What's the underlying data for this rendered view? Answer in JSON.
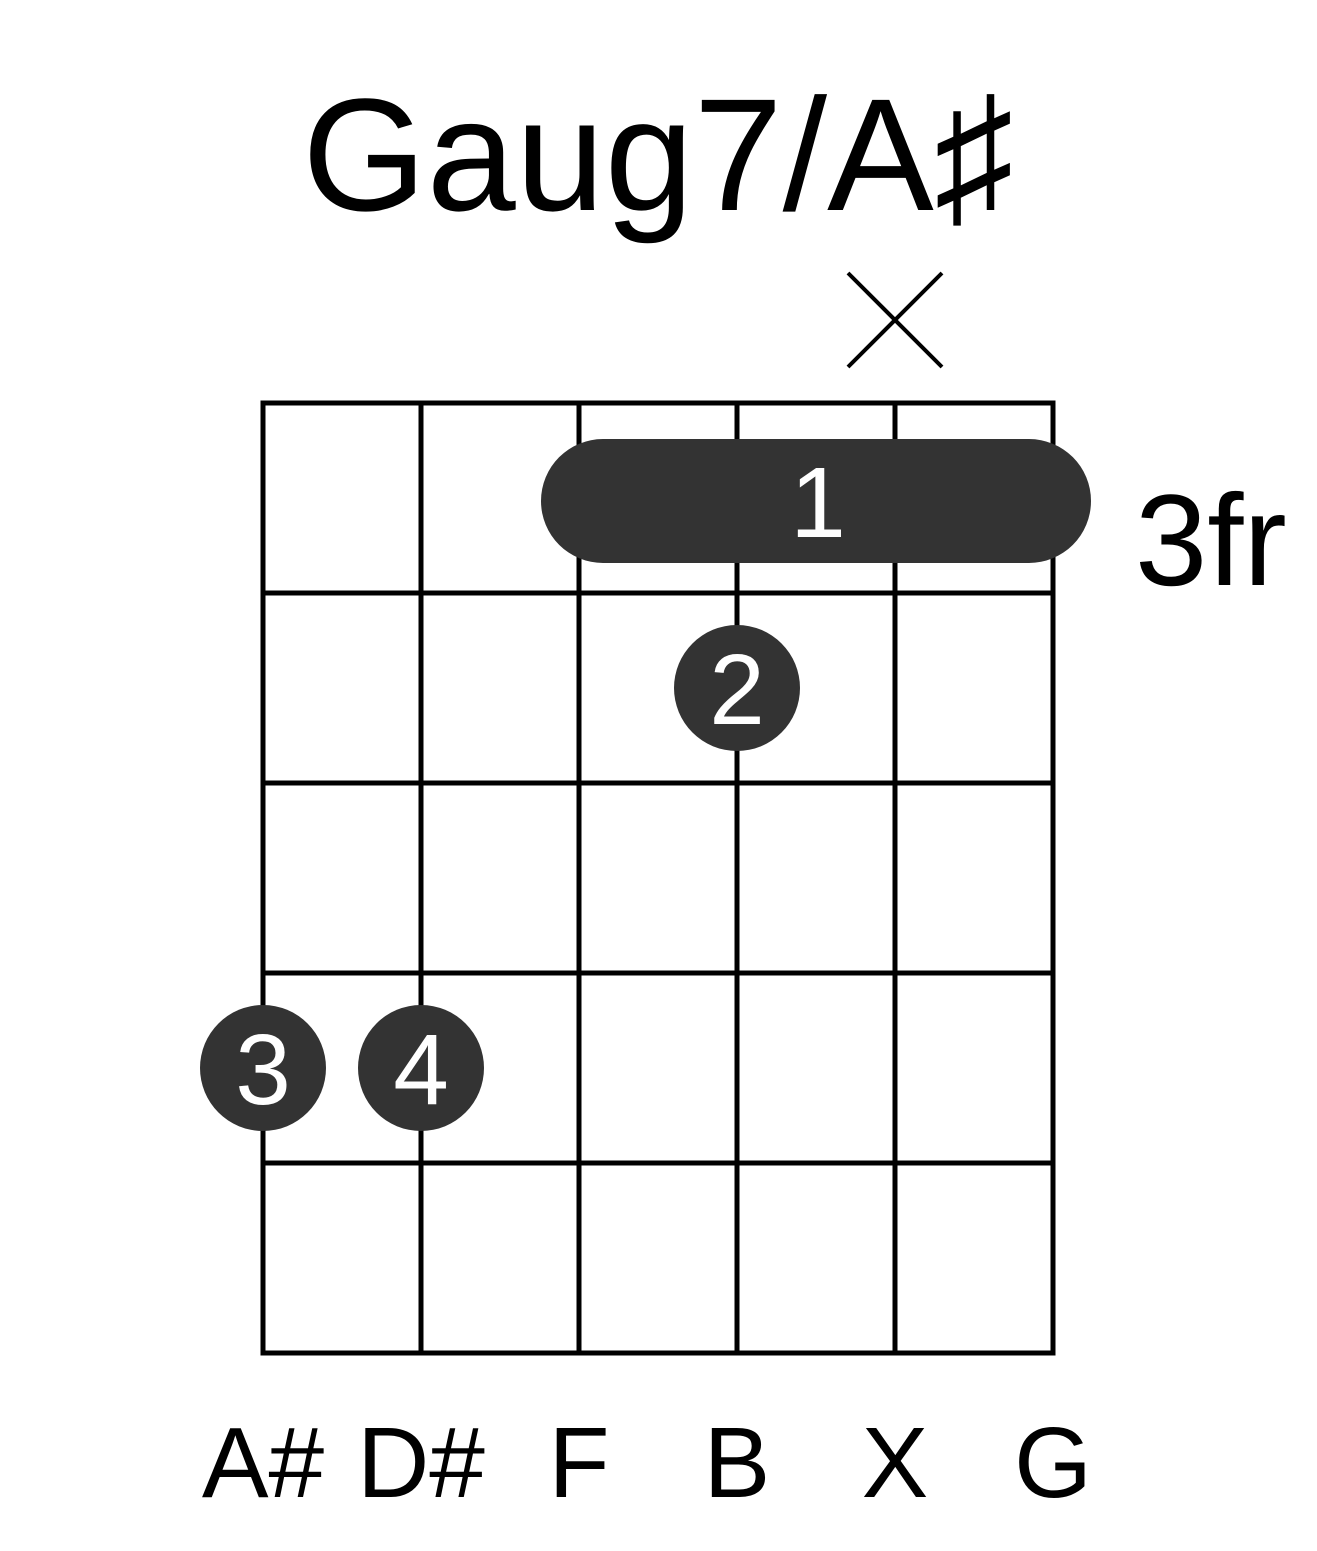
{
  "chord": {
    "name": "Gaug7/A♯",
    "position_label": "3fr",
    "strings": 6,
    "frets_shown": 5,
    "string_notes": [
      "A#",
      "D#",
      "F",
      "B",
      "X",
      "G"
    ],
    "muted_strings": [
      5
    ],
    "barre": {
      "finger": "1",
      "fret": 1,
      "from_string": 3,
      "to_string": 6
    },
    "dots": [
      {
        "finger": "2",
        "string": 4,
        "fret": 2
      },
      {
        "finger": "3",
        "string": 1,
        "fret": 4
      },
      {
        "finger": "4",
        "string": 2,
        "fret": 4
      }
    ]
  },
  "colors": {
    "grid": "#000000",
    "dot_fill": "#333333",
    "dot_text": "#ffffff",
    "text": "#000000",
    "background": "#ffffff"
  }
}
